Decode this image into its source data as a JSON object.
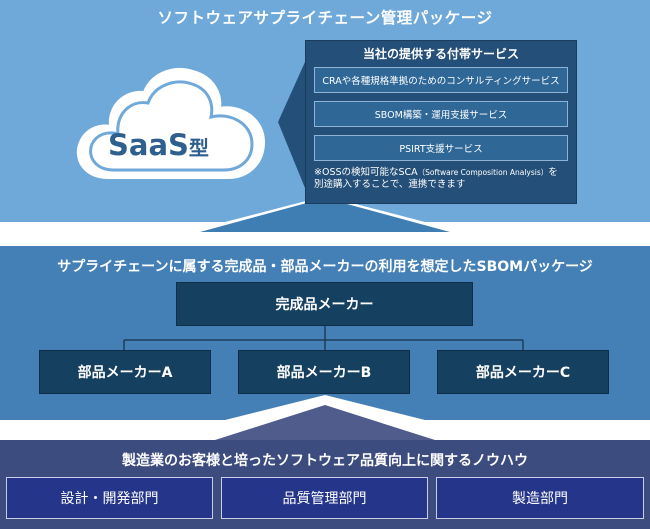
{
  "top": {
    "title": "ソフトウェアサプライチェーン管理パッケージ",
    "cloud": {
      "main": "SaaS",
      "suffix": "型"
    },
    "services": {
      "title": "当社の提供する付帯サービス",
      "items": [
        "CRAや各種規格準拠のためのコンサルティングサービス",
        "SBOM構築・運用支援サービス",
        "PSIRT支援サービス"
      ],
      "note_prefix": "※OSSの検知可能なSCA",
      "note_paren": "（Software Composition Analysis）",
      "note_suffix": "を",
      "note_line2": "別途購入することで、連携できます"
    }
  },
  "middle": {
    "title": "サプライチェーンに属する完成品・部品メーカーの利用を想定したSBOMパッケージ",
    "maker": "完成品メーカー",
    "parts": [
      "部品メーカーA",
      "部品メーカーB",
      "部品メーカーC"
    ]
  },
  "bottom": {
    "title": "製造業のお客様と培ったソフトウェア品質向上に関するノウハウ",
    "departments": [
      "設計・開発部門",
      "品質管理部門",
      "製造部門"
    ]
  },
  "colors": {
    "top_band": "#6ea8d8",
    "middle_band": "#3f7eb3",
    "bottom_band": "#3c4b7d",
    "dark_box": "#16405f",
    "dept_box": "#24358a"
  }
}
